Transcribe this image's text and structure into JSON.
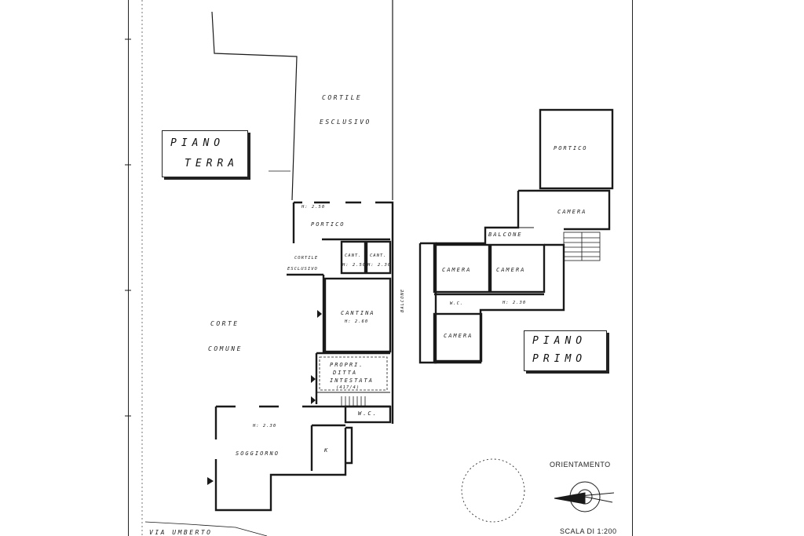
{
  "ground_floor": {
    "title_line1": "PIANO",
    "title_line2": "TERRA",
    "cortile_line1": "CORTILE",
    "cortile_line2": "ESCLUSIVO",
    "portico": "PORTICO",
    "portico_height": "H: 2.50",
    "cortile_small_line1": "CORTILE",
    "cortile_small_line2": "ESCLUSIVO",
    "cant1_line1": "CANT.",
    "cant1_line2": "H: 2.50",
    "cant2_line1": "CANT.",
    "cant2_line2": "H: 2.30",
    "cantina": "CANTINA",
    "cantina_height": "H: 2.60",
    "corte_line1": "CORTE",
    "corte_line2": "COMUNE",
    "proprieta_line1": "PROPRI.",
    "proprieta_line2": "DITTA",
    "proprieta_line3": "INTESTATA",
    "proprieta_line4": "(417/4)",
    "wc": "W.C.",
    "soggiorno": "SOGGIORNO",
    "soggiorno_height": "H: 2.30",
    "k": "K",
    "via": "VIA UMBERTO"
  },
  "first_floor": {
    "title_line1": "PIANO",
    "title_line2": "PRIMO",
    "portico": "PORTICO",
    "camera_top": "CAMERA",
    "balcone_top": "BALCONE",
    "camera_left": "CAMERA",
    "camera_mid": "CAMERA",
    "wc": "W.C.",
    "height": "H: 2.30",
    "balcone_side": "BALCONE",
    "camera_bottom": "CAMERA"
  },
  "legend": {
    "orientation": "ORIENTAMENTO",
    "scale": "SCALA DI 1:200"
  }
}
